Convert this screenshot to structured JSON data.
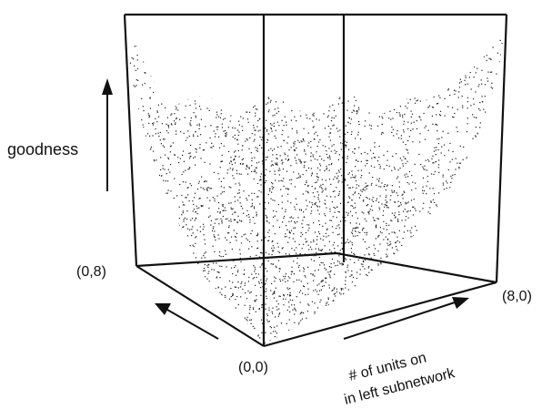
{
  "figure": {
    "y_axis_label": "goodness",
    "corner_labels": {
      "origin": "(0,0)",
      "left_axis_end": "(0,8)",
      "right_axis_end": "(8,0)"
    },
    "x_axis_caption_line1": "# of units on",
    "x_axis_caption_line2": "in left subnetwork"
  },
  "style": {
    "ink": "#111111",
    "dots": "#1a1a1a",
    "paper": "#ffffff"
  }
}
